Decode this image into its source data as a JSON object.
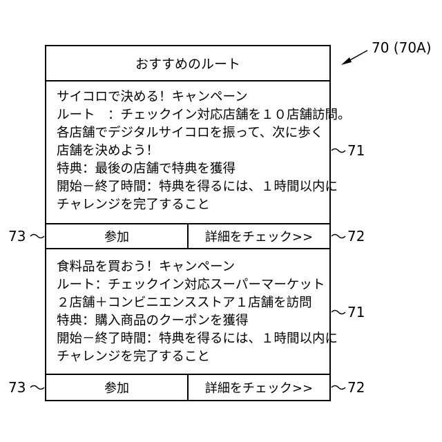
{
  "header": {
    "title": "おすすめのルート"
  },
  "cards": [
    {
      "lines": [
        "サイコロで決める！キャンペーン",
        "ルート　：チェックイン対応店舗を１０店舗訪問。",
        "各店舗でデジタルサイコロを振って、次に歩く",
        "店舗を決めよう！",
        "特典：最後の店舗で特典を獲得",
        "開始－終了時間：特典を得るには、１時間以内に",
        "チャレンジを完了すること"
      ],
      "join_label": "参加",
      "details_label": "詳細をチェック>>"
    },
    {
      "lines": [
        "食料品を買おう！キャンペーン",
        "ルート：チェックイン対応スーパーマーケット",
        "２店舗＋コンビニエンスストア１店舗を訪問",
        "特典：購入商品のクーポンを獲得",
        "開始－終了時間：特典を得るには、１時間以内に",
        "チャレンジを完了すること"
      ],
      "join_label": "参加",
      "details_label": "詳細をチェック>>"
    }
  ],
  "refs": {
    "screen": "70 (70A)",
    "card_text": "71",
    "details_button": "72",
    "join_button": "73"
  }
}
